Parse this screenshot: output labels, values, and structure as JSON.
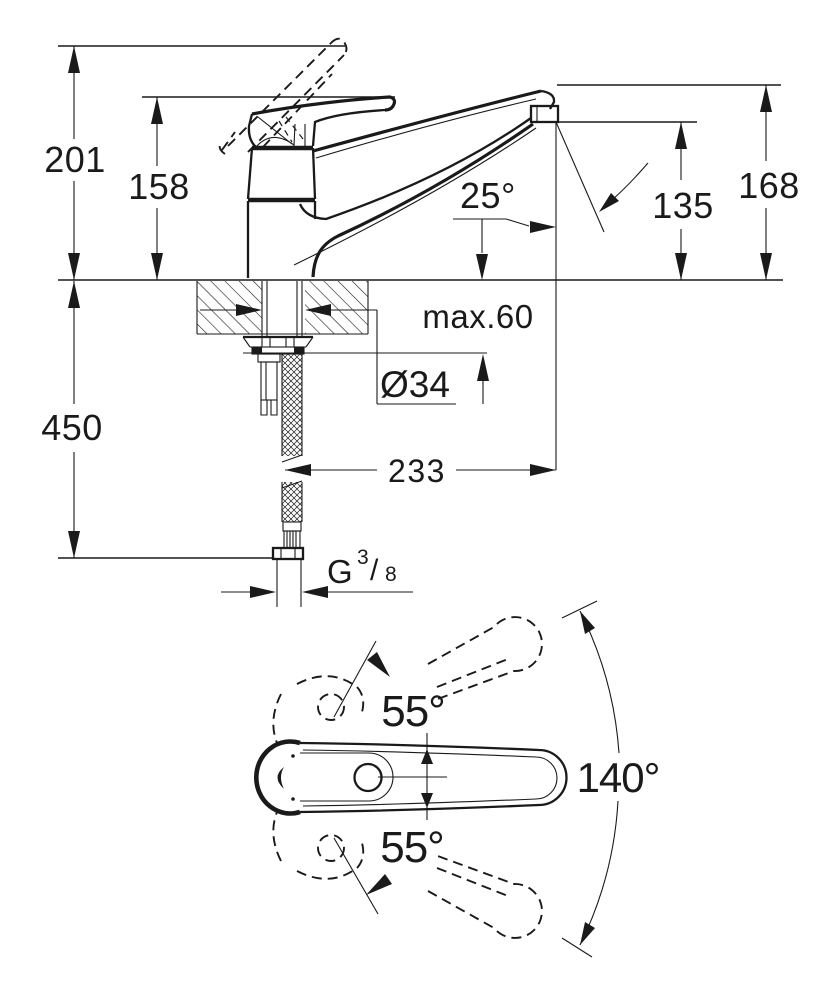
{
  "drawing": {
    "type": "technical-dimension-drawing",
    "subject": "single-lever-sink-mixer-faucet",
    "background_color": "#ffffff",
    "line_color": "#1a1a1a",
    "side_view": {
      "labels": {
        "height_max_open": "201",
        "height_to_lever": "158",
        "spout_angle": "25°",
        "outlet_height": "135",
        "spout_top_height": "168",
        "deck_thickness_max": "max.60",
        "hole_diameter": "Ø34",
        "hose_length": "450",
        "spout_reach": "233",
        "thread": {
          "g": "G",
          "numerator": "3",
          "slash": "/",
          "denominator": "8"
        }
      }
    },
    "top_view": {
      "labels": {
        "lever_swing_upper": "55°",
        "lever_swing_lower": "55°",
        "swivel_range": "140°"
      }
    }
  }
}
